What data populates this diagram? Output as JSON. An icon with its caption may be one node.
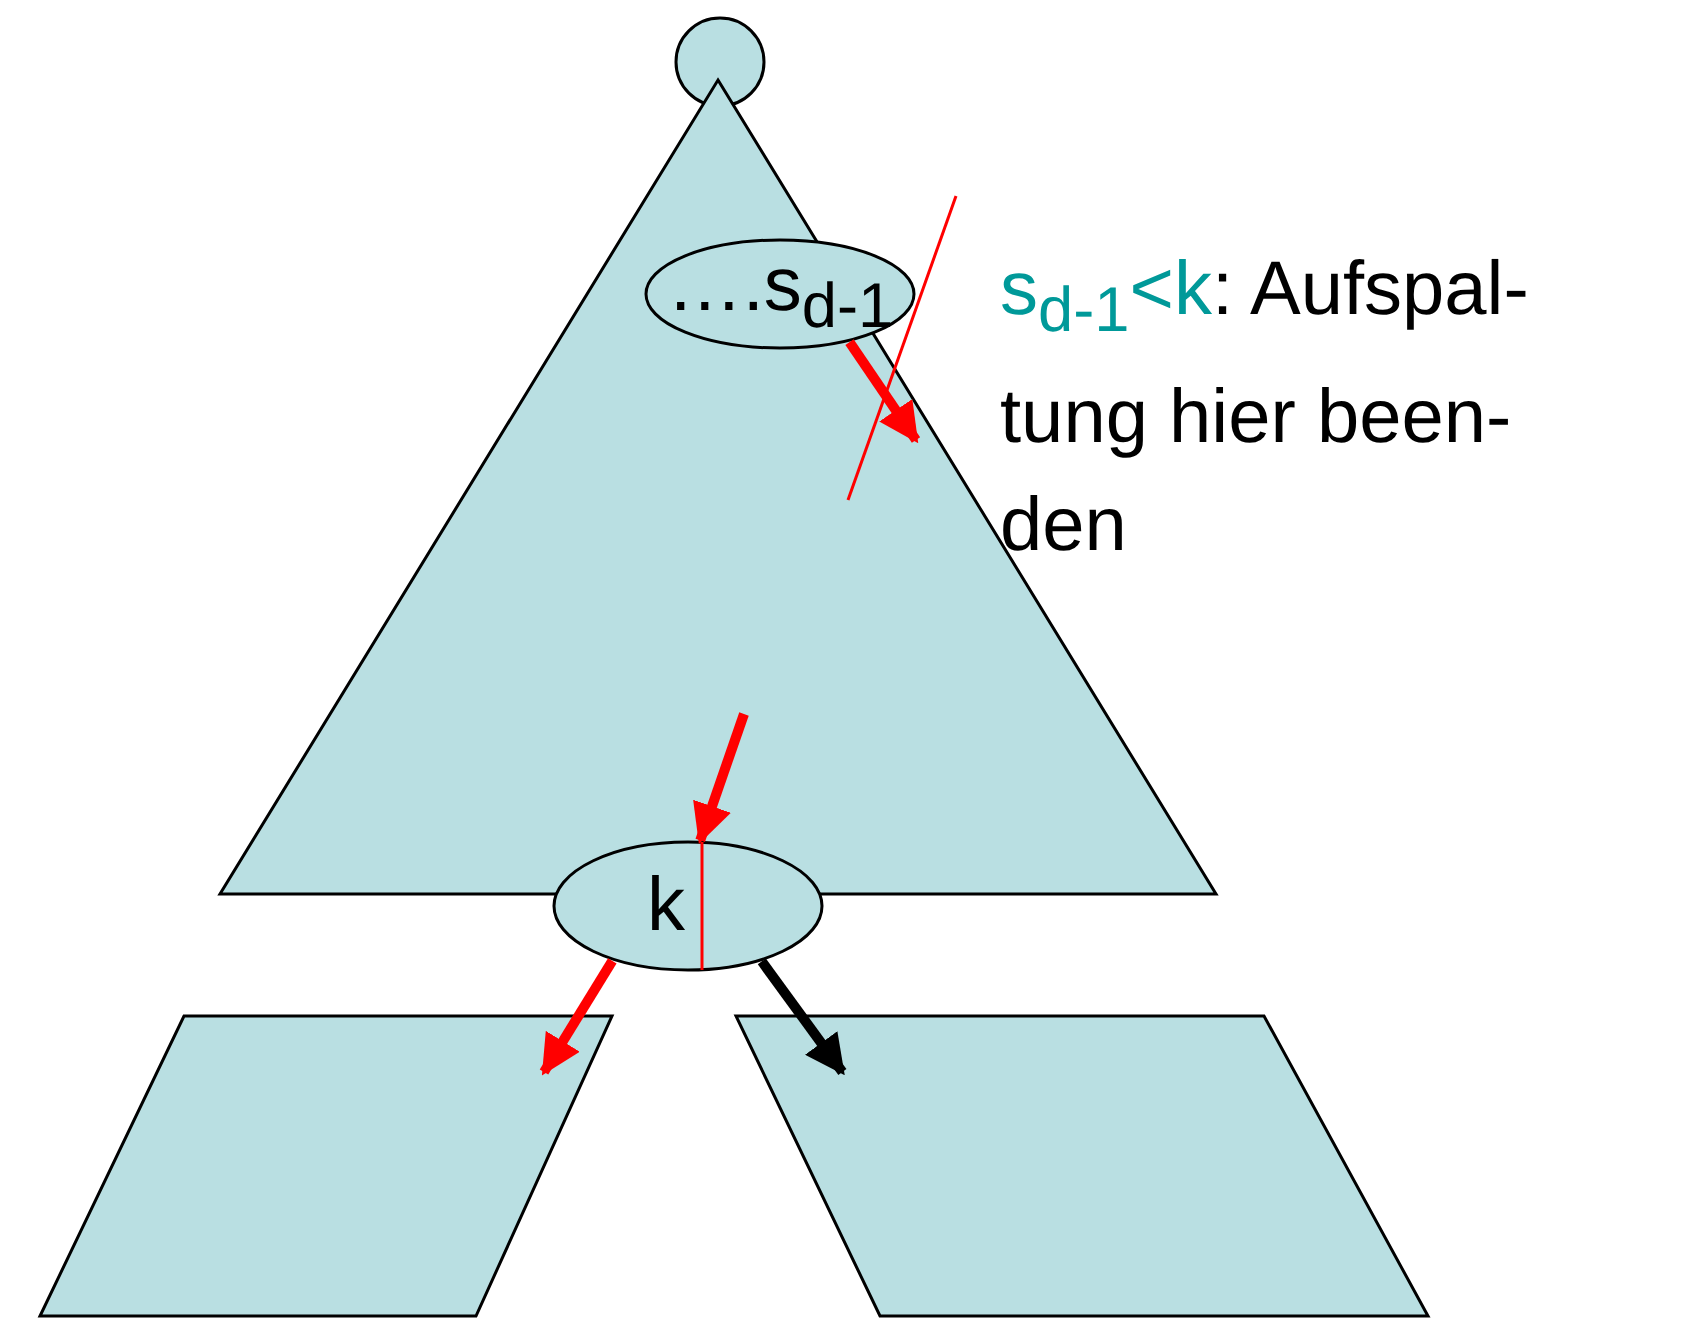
{
  "diagram": {
    "nodes": [
      {
        "text": [],
        "shape": "circle"
      },
      {
        "text": [],
        "shape": "triangle"
      },
      {
        "text": [
          "….s$_{d-1}$"
        ],
        "in": 1
      },
      {
        "text": [
          "k"
        ]
      },
      {
        "text": [],
        "shape": "parallelogram"
      },
      {
        "text": [],
        "shape": "parallelogram"
      }
    ],
    "edges": [
      {
        "from": 2,
        "to": null,
        "arrow": "to"
      },
      {
        "from": null,
        "to": 3,
        "arrow": "to"
      },
      {
        "from": 3,
        "to": 4,
        "arrow": "to"
      },
      {
        "from": 3,
        "to": 5,
        "arrow": "to",
        "color": "#000000"
      }
    ],
    "labels": [
      "s$_{d-1}$<k",
      ": Aufspal- tung hier been- den"
    ]
  }
}
